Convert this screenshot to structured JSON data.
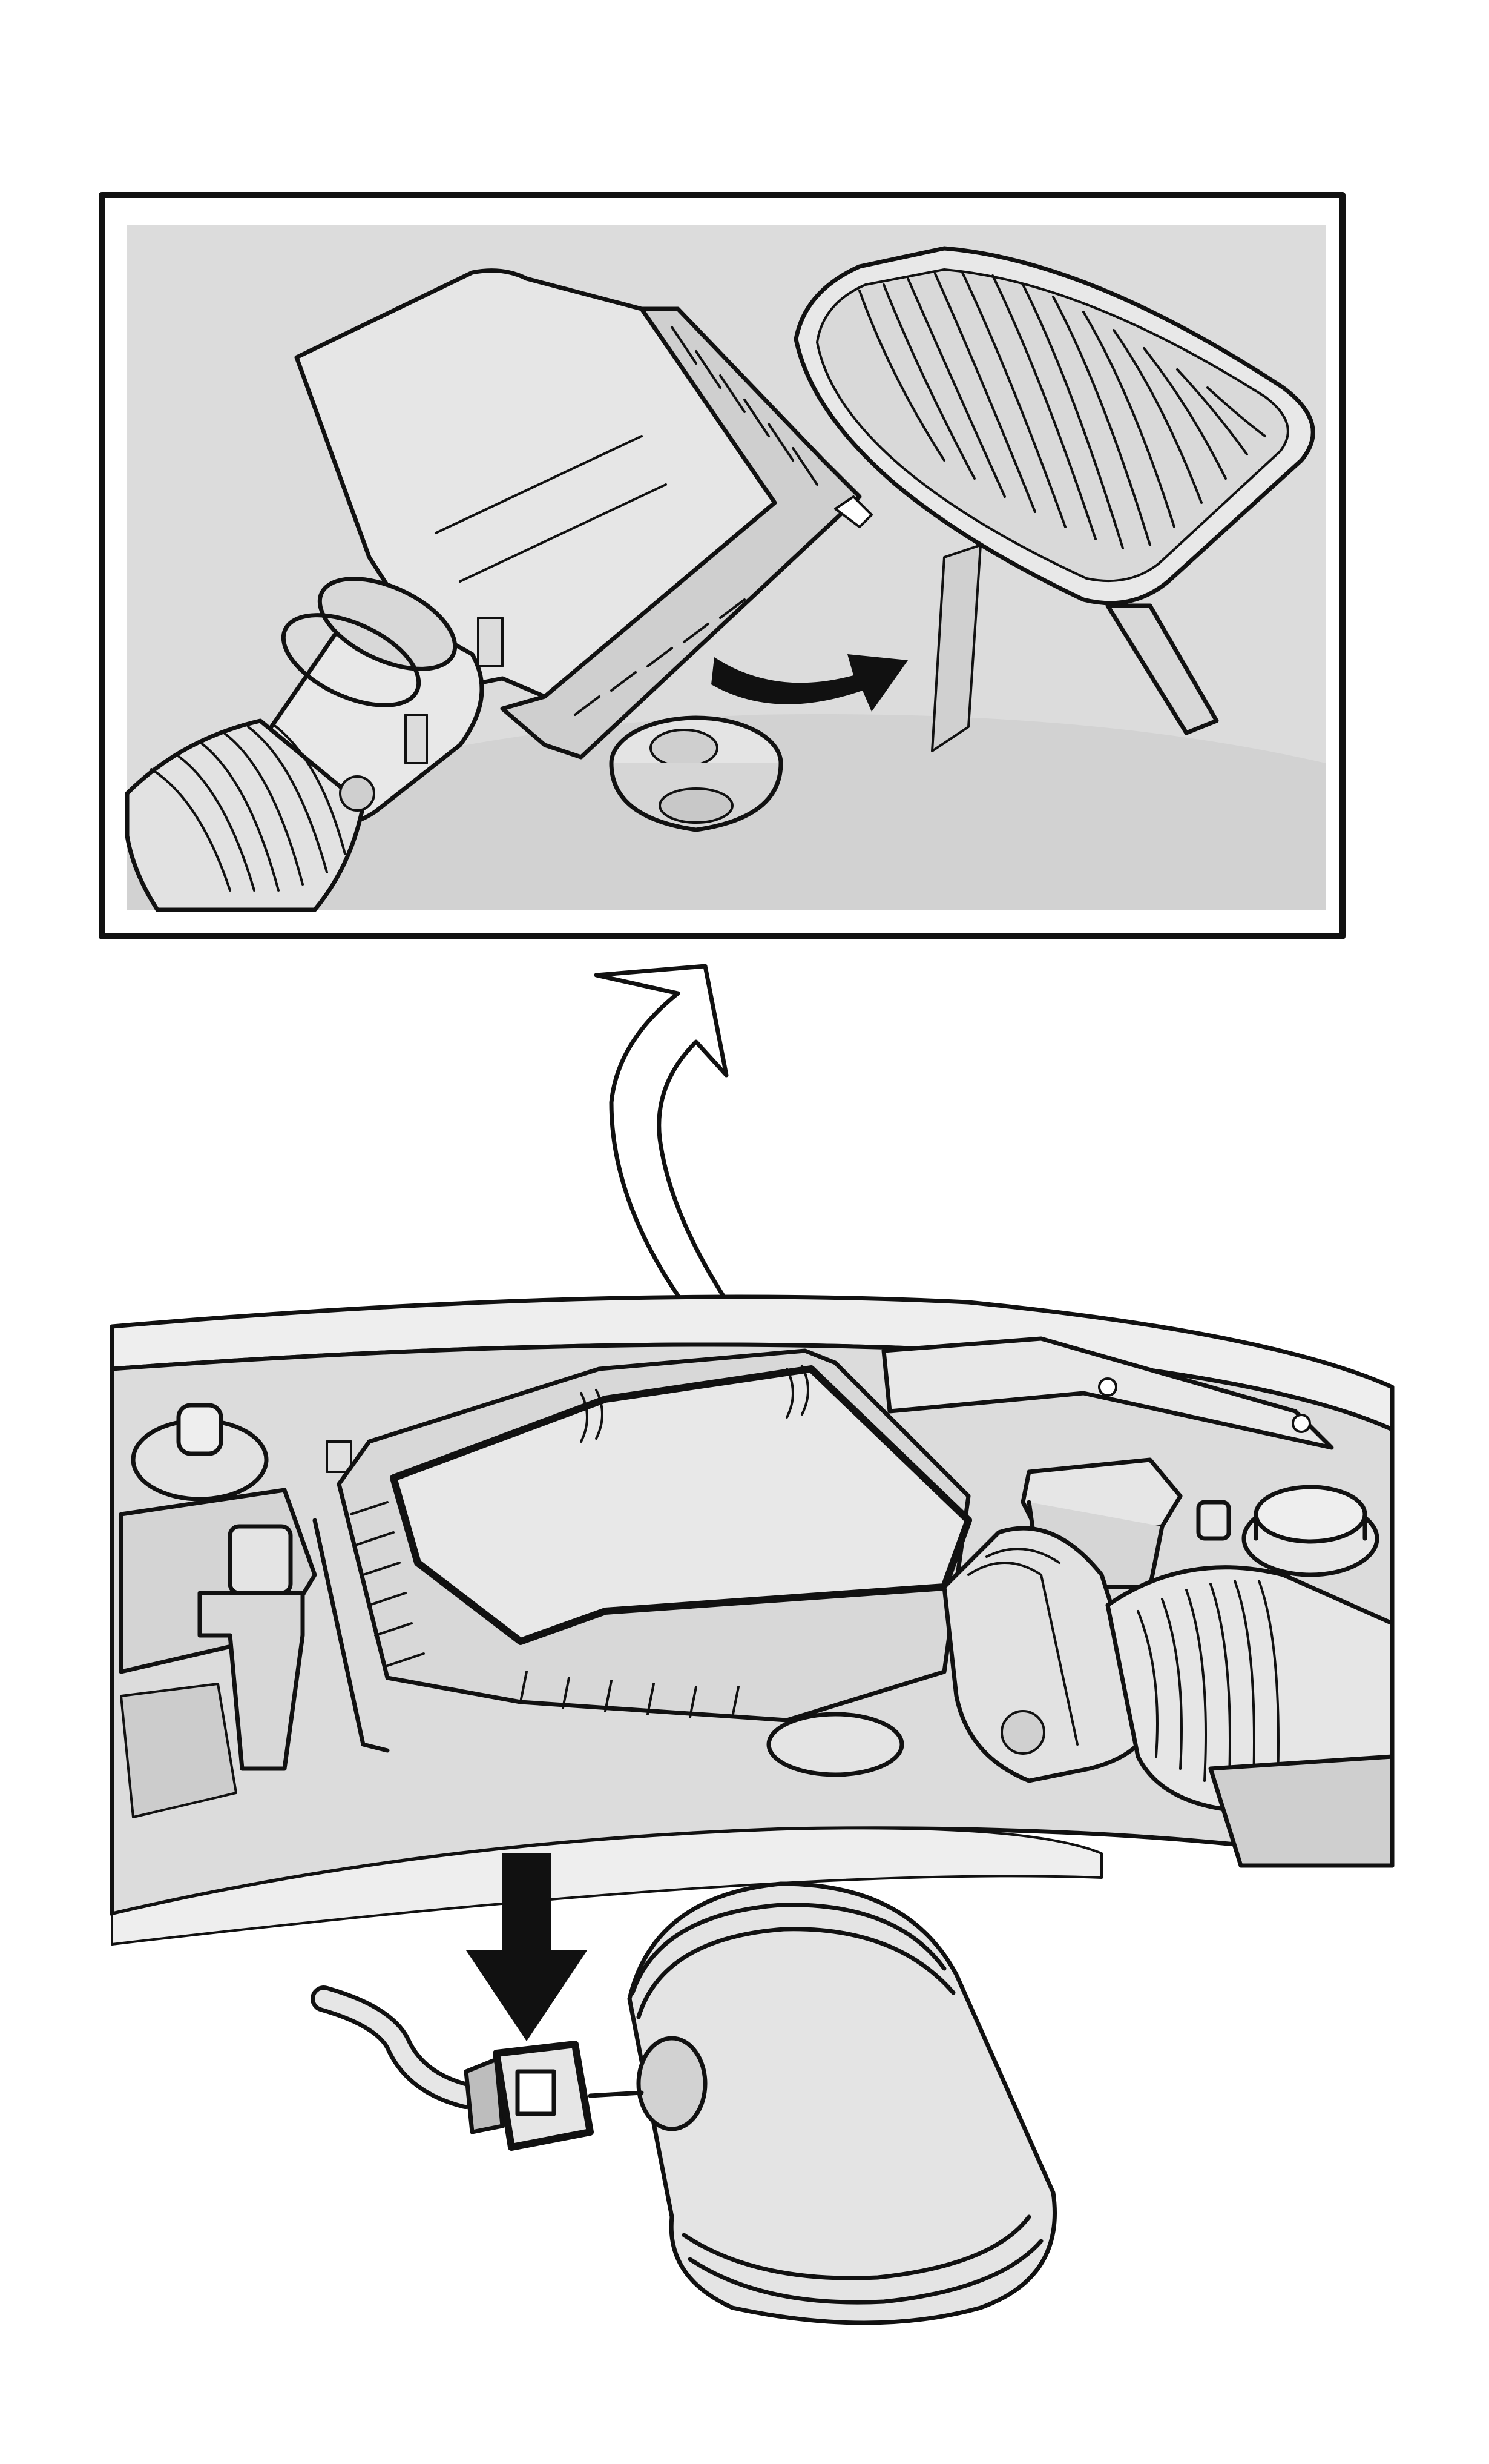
{
  "figure": {
    "inset_panel": {
      "parts": [
        "air-cleaner-lid",
        "air-filter-element",
        "intake-duct",
        "filter-retaining-clips"
      ]
    },
    "main_view": {
      "parts": [
        "engine-compartment",
        "air-cleaner-housing",
        "intake-duct",
        "mass-airflow-sensor",
        "electrical-connector"
      ]
    },
    "arrows": [
      {
        "name": "lift-lid-arrow",
        "style": "outline",
        "direction": "up"
      },
      {
        "name": "remove-filter-arrow",
        "style": "solid",
        "direction": "right"
      },
      {
        "name": "disconnect-connector-arrow",
        "style": "solid",
        "direction": "down"
      }
    ],
    "colors": {
      "line": "#111111",
      "panel_fill": "#dcdcdc",
      "part_fill": "#e6e6e6",
      "shadow_fill": "#c4c4c4",
      "background": "#ffffff"
    }
  }
}
